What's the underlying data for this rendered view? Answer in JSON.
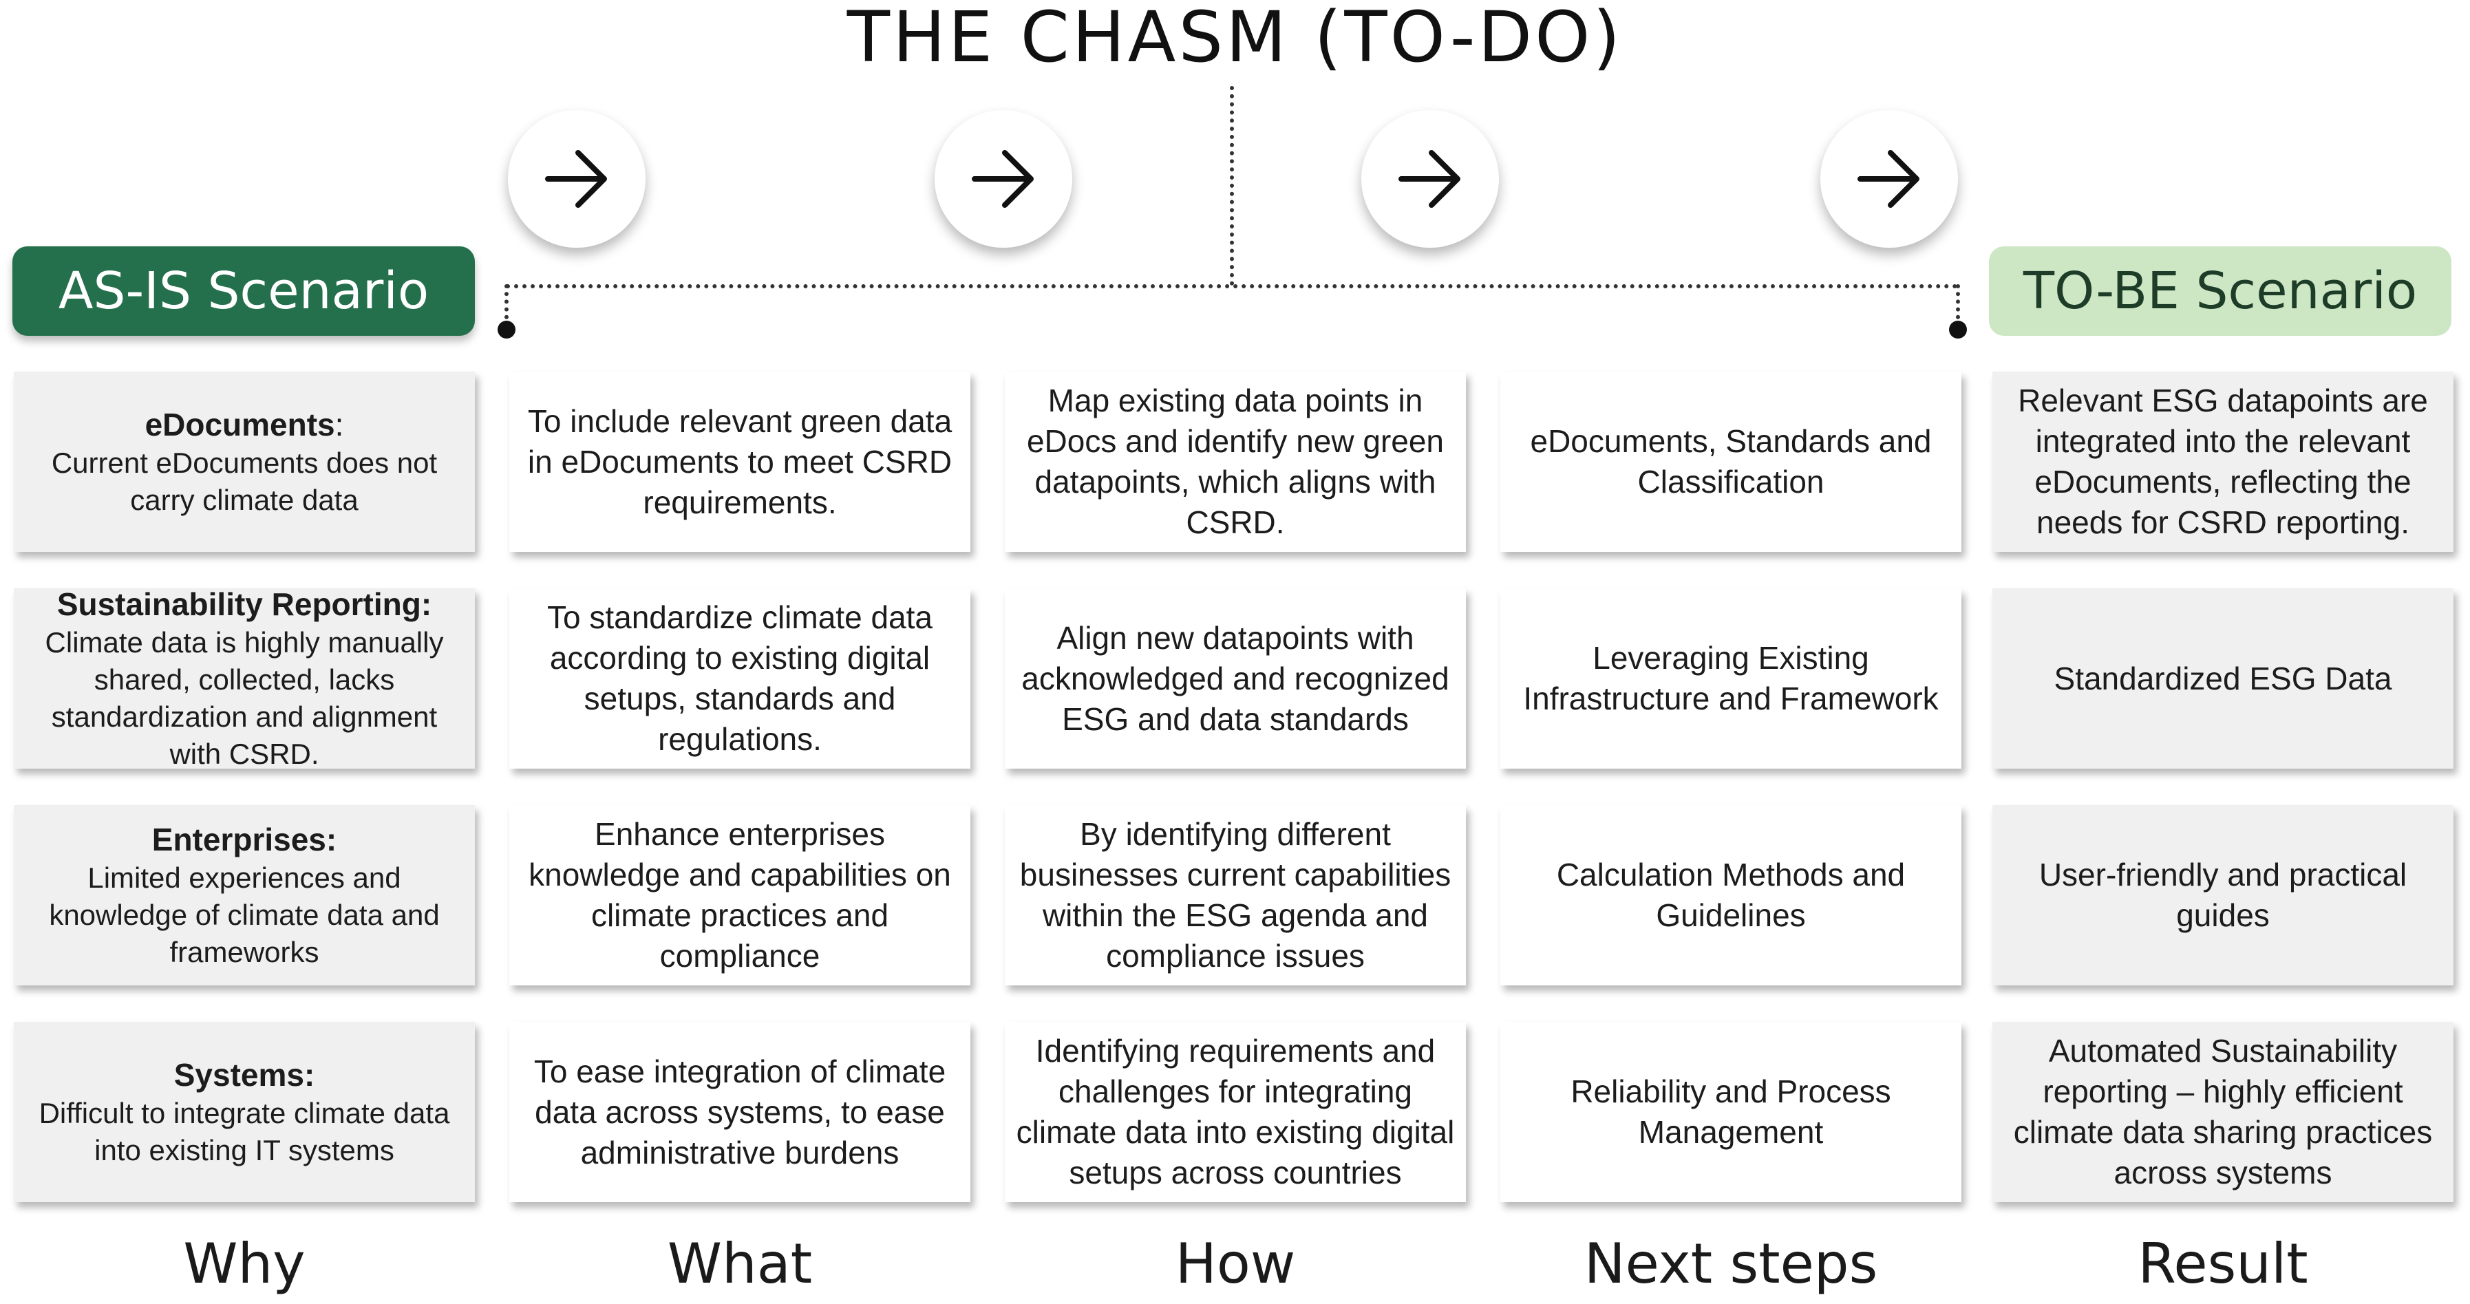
{
  "title": "THE CHASM (TO-DO)",
  "scenarios": {
    "as_is": "AS-IS Scenario",
    "to_be": "TO-BE Scenario"
  },
  "colors": {
    "as_is_bg": "#24704c",
    "to_be_bg": "#cde6c4",
    "card_grey": "#f0f0f0"
  },
  "icons": {
    "arrow": "arrow-right-icon"
  },
  "columns": [
    "Why",
    "What",
    "How",
    "Next steps",
    "Result"
  ],
  "rows": [
    {
      "why": {
        "head": "eDocuments",
        "suffix": ":",
        "text": "Current eDocuments does not carry climate data"
      },
      "what": "To include relevant green data in eDocuments to meet CSRD requirements.",
      "how": "Map existing data points in eDocs and identify new green datapoints, which aligns with CSRD.",
      "next": "eDocuments, Standards and Classification",
      "result": "Relevant ESG datapoints are integrated into the relevant eDocuments, reflecting the needs for CSRD reporting."
    },
    {
      "why": {
        "head": "Sustainability Reporting:",
        "suffix": "",
        "text": "Climate data is highly manually shared, collected, lacks standardization and alignment with CSRD."
      },
      "what": "To standardize climate data according to existing digital setups, standards and regulations.",
      "how": "Align new datapoints with acknowledged and recognized ESG and data standards",
      "next": "Leveraging Existing Infrastructure and Framework",
      "result": "Standardized ESG Data"
    },
    {
      "why": {
        "head": "Enterprises:",
        "suffix": "",
        "text": "Limited experiences and knowledge of climate data and frameworks"
      },
      "what": "Enhance enterprises knowledge and capabilities on climate practices and compliance",
      "how": "By identifying different businesses current capabilities within the ESG agenda and compliance issues",
      "next": "Calculation Methods and Guidelines",
      "result": "User-friendly and practical guides"
    },
    {
      "why": {
        "head": "Systems:",
        "suffix": "",
        "text": "Difficult to integrate climate data into existing IT systems"
      },
      "what": "To ease integration of climate data across systems, to ease administrative burdens",
      "how": "Identifying requirements and challenges for integrating climate data into existing digital setups across countries",
      "next": "Reliability and Process Management",
      "result": "Automated Sustainability reporting – highly efficient climate data sharing practices across systems"
    }
  ]
}
